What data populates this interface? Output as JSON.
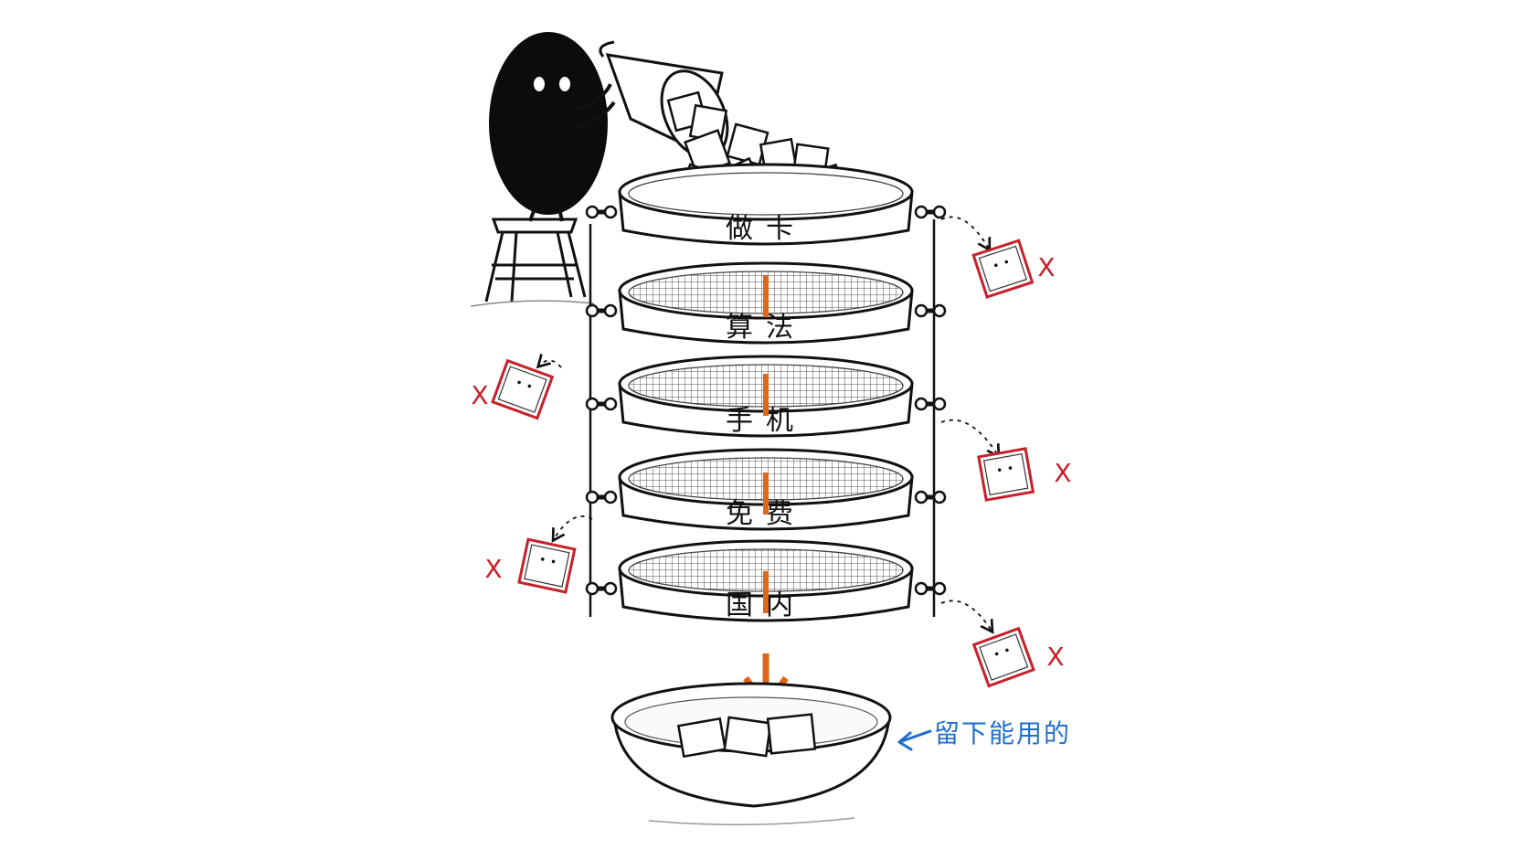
{
  "diagram": {
    "sieve_layers": [
      {
        "label": "做卡"
      },
      {
        "label": "算法"
      },
      {
        "label": "手机"
      },
      {
        "label": "免费"
      },
      {
        "label": "国内"
      }
    ],
    "kept_label": "留下能用的",
    "reject_mark": "X",
    "colors": {
      "ink": "#111111",
      "flow_arrow": "#e0661c",
      "reject": "#c8202a",
      "kept_annotation": "#1f6fd0",
      "card_fill": "#ffffff"
    }
  }
}
